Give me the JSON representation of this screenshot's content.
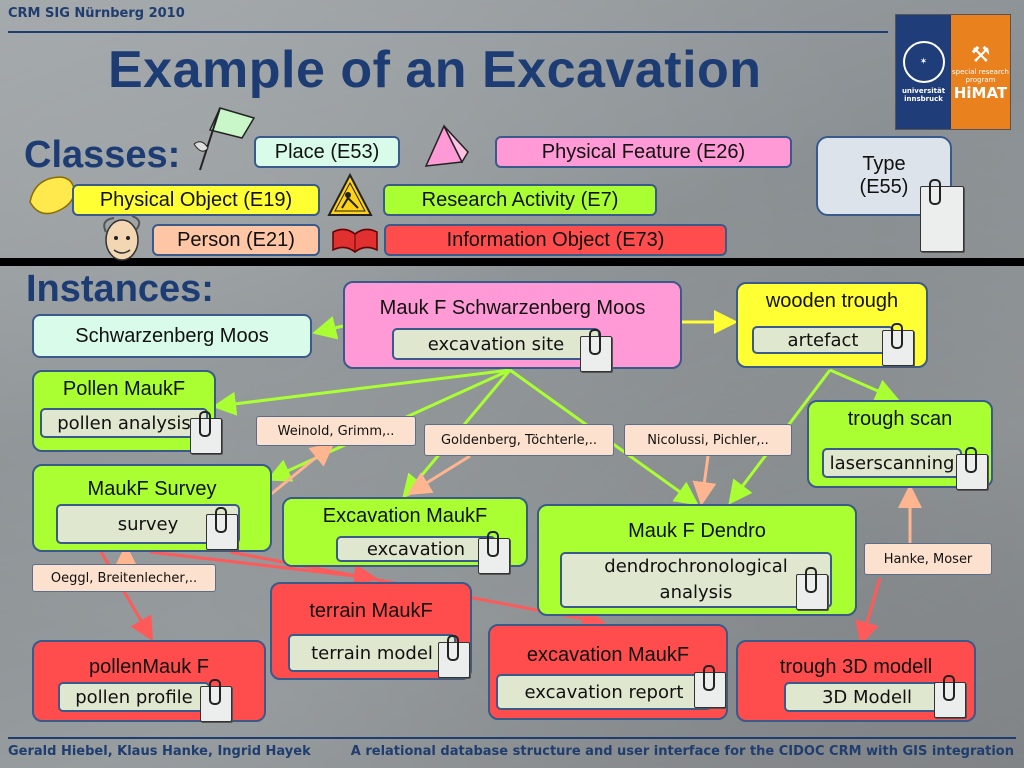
{
  "header": {
    "conference": "CRM SIG Nürnberg 2010"
  },
  "title": "Example of an Excavation",
  "logo": {
    "name": "universität innsbruck",
    "program": "special research program",
    "brand": "HiMAT"
  },
  "sections": {
    "classes": "Classes:",
    "instances": "Instances:"
  },
  "classes": {
    "place": "Place (E53)",
    "physical_feature": "Physical Feature (E26)",
    "type_line1": "Type",
    "type_line2": "(E55)",
    "physical_object": "Physical Object (E19)",
    "research_activity": "Research Activity (E7)",
    "person": "Person (E21)",
    "information_object": "Information Object (E73)"
  },
  "instances": {
    "schwarzenberg_moos": "Schwarzenberg Moos",
    "mauk_site": {
      "name": "Mauk F Schwarzenberg Moos",
      "type": "excavation site"
    },
    "wooden_trough": {
      "name": "wooden trough",
      "type": "artefact"
    },
    "pollen": {
      "name": "Pollen MaukF",
      "type": "pollen analysis"
    },
    "survey": {
      "name": "MaukF Survey",
      "type": "survey"
    },
    "excavation": {
      "name": "Excavation MaukF",
      "type": "excavation"
    },
    "dendro": {
      "name": "Mauk F Dendro",
      "type_line1": "dendrochronological",
      "type_line2": "analysis"
    },
    "trough_scan": {
      "name": "trough scan",
      "type": "laserscanning"
    },
    "terrain": {
      "name": "terrain MaukF",
      "type": "terrain model"
    },
    "pollen_profile": {
      "name": "pollenMauk F",
      "type": "pollen profile"
    },
    "exc_report": {
      "name": "excavation MaukF",
      "type": "excavation report"
    },
    "trough_model": {
      "name": "trough 3D modell",
      "type": "3D Modell"
    }
  },
  "persons": {
    "weinold": "Weinold, Grimm,..",
    "goldenberg": "Goldenberg, Töchterle,..",
    "nicolussi": "Nicolussi, Pichler,..",
    "hanke": "Hanke, Moser",
    "oeggl": "Oeggl, Breitenlecher,.."
  },
  "footer": {
    "authors": "Gerald Hiebel, Klaus Hanke, Ingrid Hayek",
    "paper": "A relational database structure and user interface for the CIDOC CRM with GIS integration"
  },
  "colors": {
    "title": "#1c3c73",
    "place": "#d9fbe9",
    "physical_feature": "#ff9ad7",
    "physical_object": "#ffff33",
    "research_activity": "#aaff33",
    "person": "#ffc6a6",
    "information_object": "#ff4d4d",
    "type": "#dde3ea",
    "arrow_green": "#aaff33",
    "arrow_peach": "#ffb58f",
    "arrow_red": "#ff5a5a",
    "arrow_yellow": "#ffff33"
  }
}
